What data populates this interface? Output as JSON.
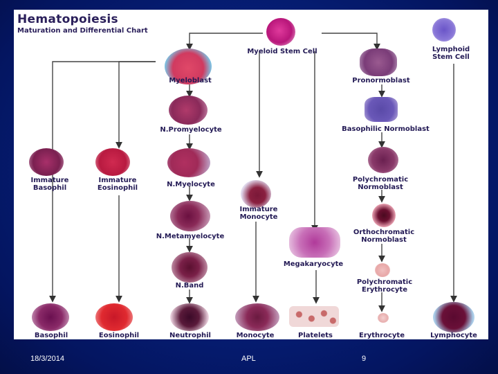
{
  "title": "Hematopoiesis",
  "subtitle": "Maturation and Differential Chart",
  "cells": {
    "myeloid_stem_cell": "Myeloid Stem Cell",
    "lymphoid_stem_cell": "Lymphoid\nStem Cell",
    "myeloblast": "Myeloblast",
    "pronormoblast": "Pronormoblast",
    "n_promyelocyte": "N.Promyelocyte",
    "basophilic_normoblast": "Basophilic Normoblast",
    "immature_basophil": "Immature\nBasophil",
    "immature_eosinophil": "Immature\nEosinophil",
    "n_myelocyte": "N.Myelocyte",
    "polychromatic_normoblast": "Polychromatic\nNormoblast",
    "immature_monocyte": "Immature\nMonocyte",
    "orthochromatic_normoblast": "Orthochromatic\nNormoblast",
    "n_metamyelocyte": "N.Metamyelocyte",
    "megakaryocyte": "Megakaryocyte",
    "polychromatic_erythrocyte": "Polychromatic\nErythrocyte",
    "n_band": "N.Band",
    "basophil": "Basophil",
    "eosinophil": "Eosinophil",
    "neutrophil": "Neutrophil",
    "monocyte": "Monocyte",
    "platelets": "Platelets",
    "erythrocyte": "Erythrocyte",
    "lymphocyte": "Lymphocyte"
  },
  "footer": {
    "date": "18/3/2014",
    "center": "APL",
    "page": "9"
  },
  "colors": {
    "background": "#06207a",
    "label": "#231a55",
    "arrow": "#333333"
  }
}
